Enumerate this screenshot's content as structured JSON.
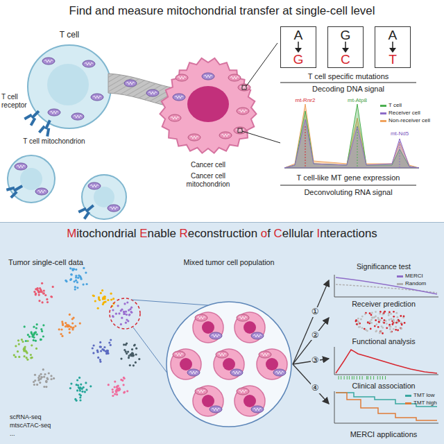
{
  "diagram": {
    "nodes": [
      {
        "text": [
          "Find and measure mitochondrial transfer at single-cell level"
        ]
      },
      {
        "text": [
          "A",
          "G"
        ],
        "in": 0
      },
      {
        "text": [
          "G",
          "C"
        ],
        "in": 0
      },
      {
        "text": [
          "A",
          "T"
        ],
        "in": 0
      },
      {
        "text": [
          "Mitochondrial Enable Reconstruction of Cellular Interactions"
        ]
      },
      {
        "text": [
          "Mixed tumor cell population"
        ],
        "in": 4
      },
      {
        "text": [
          "Significance test"
        ],
        "in": 4
      },
      {
        "text": [
          "Receiver prediction"
        ],
        "in": 4
      },
      {
        "text": [
          "Functional analysis"
        ],
        "in": 4
      },
      {
        "text": [
          "Clinical association"
        ],
        "in": 4
      }
    ],
    "edges": [
      {
        "from": 5,
        "to": 6,
        "arrow": "to",
        "label": "①"
      },
      {
        "from": 5,
        "to": 7,
        "arrow": "to",
        "label": "②"
      },
      {
        "from": 5,
        "to": 8,
        "arrow": "to",
        "label": "③"
      },
      {
        "from": 5,
        "to": 9,
        "arrow": "to",
        "label": "④"
      }
    ],
    "labels": [
      "T cell",
      "T cell receptor",
      "T cell mitochondrion",
      "Cancer cell",
      "Cancer cell mitochondrion",
      "T cell specific mutations",
      "Decoding DNA signal",
      "mt-Rnr2",
      "mt-Atp8",
      "mt-Nd5",
      "T cell-like MT gene expression",
      "Deconvoluting RNA signal",
      "Tumor single-cell data",
      "scRNA-seq",
      "mtscATAC-seq",
      "...",
      "MERCI applications"
    ],
    "legend": [
      {
        "text": "T cell",
        "color": "#4caf50"
      },
      {
        "text": "Receiver cell",
        "color": "#8e6cc8"
      },
      {
        "text": "Non-receiver cell",
        "color": "#f0a35e"
      },
      {
        "text": "MERCI",
        "color": "#8e6cc8"
      },
      {
        "text": "Random",
        "color": "#b0b0b0"
      },
      {
        "text": "TMT low",
        "color": "#3aa6a0"
      },
      {
        "text": "TMT high",
        "color": "#e07b39"
      }
    ]
  }
}
